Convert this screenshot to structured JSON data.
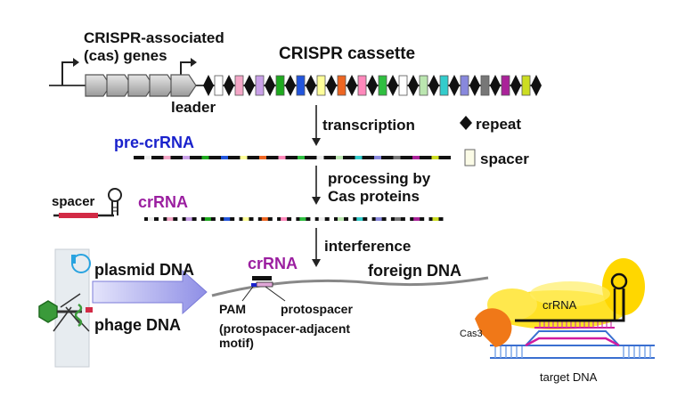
{
  "labels": {
    "cas_genes_line1": "CRISPR-associated",
    "cas_genes_line2": "(cas) genes",
    "cassette": "CRISPR cassette",
    "leader": "leader",
    "transcription": "transcription",
    "repeat": "repeat",
    "spacer_legend": "spacer",
    "pre_crrna": "pre-crRNA",
    "processing_line1": "processing by",
    "processing_line2": "Cas proteins",
    "spacer_small": "spacer",
    "crrna": "crRNA",
    "interference": "interference",
    "plasmid_dna": "plasmid DNA",
    "phage_dna": "phage DNA",
    "crrna_bottom": "crRNA",
    "foreign_dna": "foreign DNA",
    "pam": "PAM",
    "protospacer": "protospacer",
    "pam_full_line1": "(protospacer-adjacent",
    "pam_full_line2": "motif)",
    "cas3": "Cas3",
    "complex_crrna": "crRNA",
    "target_dna": "target DNA"
  },
  "colors": {
    "pre_crrna_label": "#1a22cc",
    "crrna_label": "#9b1fa0",
    "spacers": [
      "#ffffff",
      "#f4a6c6",
      "#c9a0e8",
      "#1faa1f",
      "#2255dd",
      "#ffff99",
      "#ee6622",
      "#ff88bb",
      "#2fbf40",
      "#ffffff",
      "#bbe6b0",
      "#33cccc",
      "#8888dd",
      "#777777",
      "#aa2299",
      "#ccdd22"
    ],
    "cas3": "#f07818",
    "complex": "#ffe100",
    "plasmid_arrow": "#9f9fe8"
  }
}
